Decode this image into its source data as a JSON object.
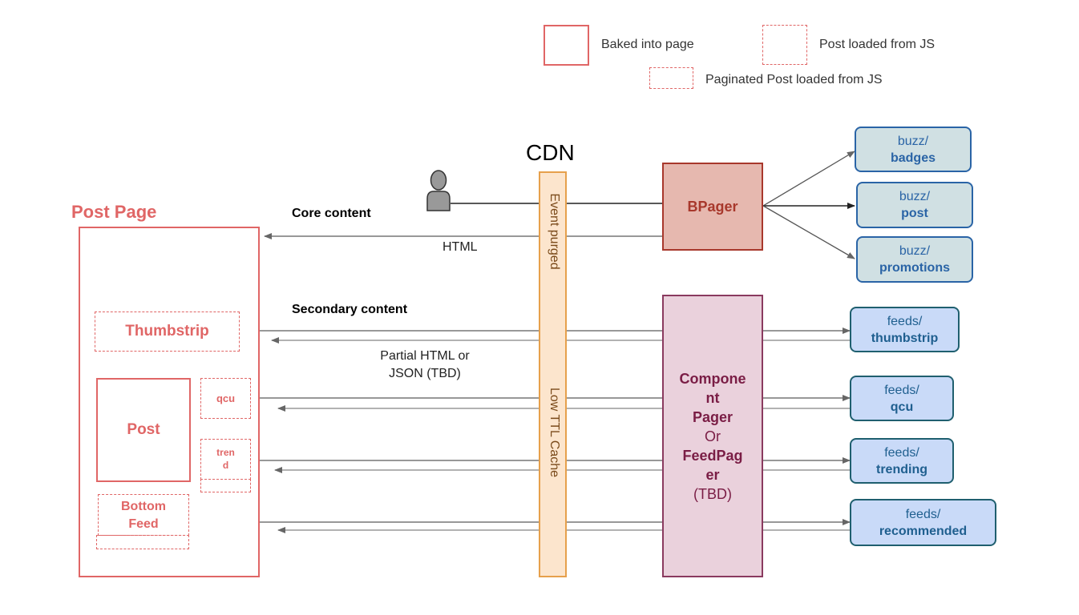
{
  "legend": {
    "baked": "Baked into page",
    "post_js": "Post loaded from JS",
    "paginated_js": "Paginated Post loaded from JS"
  },
  "post_page": {
    "title": "Post Page",
    "thumbstrip": "Thumbstrip",
    "post": "Post",
    "qcu": "qcu",
    "trend_line1": "tren",
    "trend_line2": "d",
    "bottom_feed_line1": "Bottom",
    "bottom_feed_line2": "Feed"
  },
  "flows": {
    "core_content": "Core content",
    "html": "HTML",
    "secondary_content": "Secondary content",
    "partial_line1": "Partial HTML or",
    "partial_line2": "JSON (TBD)"
  },
  "cdn": {
    "title": "CDN",
    "event_purged": "Event purged",
    "low_ttl_cache": "Low  TTL Cache"
  },
  "bpager": {
    "label": "BPager"
  },
  "component_pager": {
    "line1": "Compone",
    "line2": "nt",
    "line3": "Pager",
    "line4": "Or",
    "line5": "FeedPag",
    "line6": "er",
    "line7": "(TBD)"
  },
  "endpoints": {
    "buzz": [
      {
        "prefix": "buzz/",
        "name": "badges"
      },
      {
        "prefix": "buzz/",
        "name": "post"
      },
      {
        "prefix": "buzz/",
        "name": "promotions"
      }
    ],
    "feeds": [
      {
        "prefix": "feeds/",
        "name": "thumbstrip"
      },
      {
        "prefix": "feeds/",
        "name": "qcu"
      },
      {
        "prefix": "feeds/",
        "name": "trending"
      },
      {
        "prefix": "feeds/",
        "name": "recommended"
      }
    ]
  },
  "colors": {
    "red": "#e06666",
    "cdn_fill": "#fce5cd",
    "bpager_fill": "#e6b8af",
    "cpager_fill": "#ead1dc",
    "buzz_fill": "#d0e0e3",
    "feeds_fill": "#c9daf8"
  }
}
